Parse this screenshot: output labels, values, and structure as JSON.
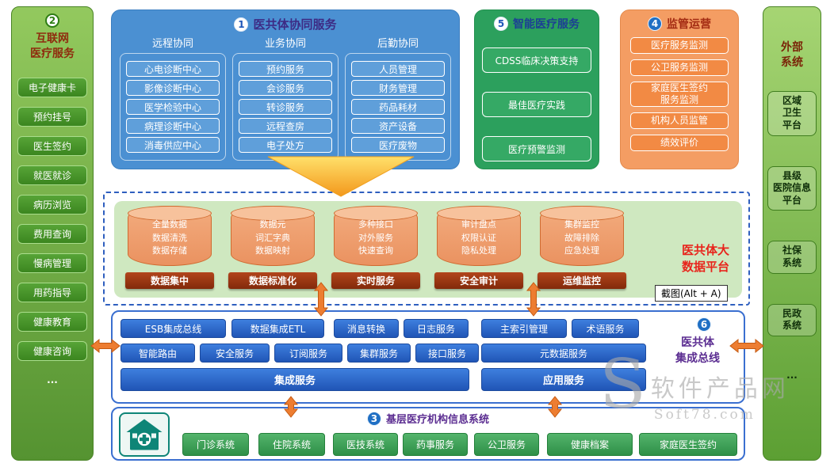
{
  "left_sidebar": {
    "number": "2",
    "title": "互联网\n医疗服务",
    "items": [
      "电子健康卡",
      "预约挂号",
      "医生签约",
      "就医就诊",
      "病历浏览",
      "费用查询",
      "慢病管理",
      "用药指导",
      "健康教育",
      "健康咨询",
      "..."
    ]
  },
  "collab": {
    "number": "1",
    "title": "医共体协同服务",
    "columns": [
      {
        "header": "远程协同",
        "items": [
          "心电诊断中心",
          "影像诊断中心",
          "医学检验中心",
          "病理诊断中心",
          "消毒供应中心"
        ]
      },
      {
        "header": "业务协同",
        "items": [
          "预约服务",
          "会诊服务",
          "转诊服务",
          "远程查房",
          "电子处方"
        ]
      },
      {
        "header": "后勤协同",
        "items": [
          "人员管理",
          "财务管理",
          "药品耗材",
          "资产设备",
          "医疗废物"
        ]
      }
    ]
  },
  "smart": {
    "number": "5",
    "title": "智能医疗服务",
    "items": [
      "CDSS临床决策支持",
      "最佳医疗实践",
      "医疗预警监测"
    ]
  },
  "regulation": {
    "number": "4",
    "title": "监管运营",
    "items": [
      "医疗服务监测",
      "公卫服务监测",
      "家庭医生签约\n服务监测",
      "机构人员监管",
      "绩效评价"
    ]
  },
  "right_sidebar": {
    "title": "外部\n系统",
    "items": [
      "区域\n卫生\n平台",
      "县级\n医院信息\n平台",
      "社保\n系统",
      "民政\n系统",
      "..."
    ]
  },
  "platform": {
    "title": "医共体大\n数据平台",
    "stacks": [
      {
        "top": "全量数据\n数据清洗\n数据存储",
        "label": "数据集中"
      },
      {
        "top": "数据元\n词汇字典\n数据映射",
        "label": "数据标准化"
      },
      {
        "top": "多种接口\n对外服务\n快速查询",
        "label": "实时服务"
      },
      {
        "top": "审计盘点\n权限认证\n隐私处理",
        "label": "安全审计"
      },
      {
        "top": "集群监控\n故障排除\n应急处理",
        "label": "运维监控"
      }
    ]
  },
  "tooltip": "截图(Alt + A)",
  "bus": {
    "number": "6",
    "title": "医共体\n集成总线",
    "row1": [
      "ESB集成总线",
      "数据集成ETL",
      "消息转换",
      "日志服务",
      "主索引管理",
      "术语服务"
    ],
    "row2": [
      "智能路由",
      "安全服务",
      "订阅服务",
      "集群服务",
      "接口服务",
      "元数据服务"
    ],
    "row3": [
      "集成服务",
      "应用服务"
    ]
  },
  "base": {
    "number": "3",
    "title": "基层医疗机构信息系统",
    "items": [
      "门诊系统",
      "住院系统",
      "医技系统",
      "药事服务",
      "公卫服务",
      "健康档案",
      "家庭医生签约"
    ]
  },
  "watermark": {
    "big": "S",
    "cn": "软件产品网",
    "en": "Soft78.com"
  },
  "colors": {
    "accent_orange": "#ed7d31",
    "platform_green": "#cfe8c0",
    "panel_blue": "#4b90d2",
    "panel_green": "#2ca05d",
    "panel_orange": "#f49d63",
    "title_red": "#e8241c"
  }
}
